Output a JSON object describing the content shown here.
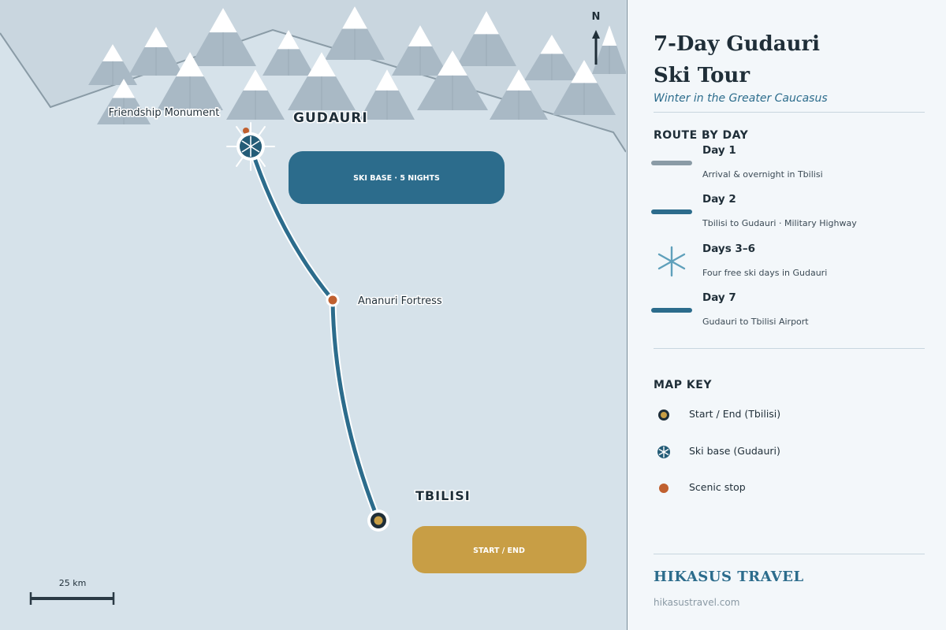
{
  "map": {
    "north_label": "N",
    "scale_label": "25 km",
    "places": {
      "gudauri": "GUDAURI",
      "tbilisi": "TBILISI",
      "ananuri": "Ananuri Fortress",
      "friendship": "Friendship Monument"
    },
    "callouts": {
      "ski_base": "SKI BASE · 5 NIGHTS",
      "start_end": "START / END"
    }
  },
  "panel": {
    "title_line1": "7-Day Gudauri",
    "title_line2": "Ski Tour",
    "subtitle": "Winter in the Greater Caucasus",
    "route_heading": "ROUTE BY DAY",
    "days": [
      {
        "title": "Day 1",
        "desc": "Arrival & overnight in Tbilisi",
        "symbol": "line-grey"
      },
      {
        "title": "Day 2",
        "desc": "Tbilisi to Gudauri · Military Highway",
        "symbol": "line-blue"
      },
      {
        "title": "Days 3–6",
        "desc": "Four free ski days in Gudauri",
        "symbol": "snowflake-icon"
      },
      {
        "title": "Day 7",
        "desc": "Gudauri to Tbilisi Airport",
        "symbol": "line-blue"
      }
    ],
    "key_heading": "MAP KEY",
    "key": [
      {
        "label": "Start / End (Tbilisi)",
        "symbol": "start-end-marker"
      },
      {
        "label": "Ski base (Gudauri)",
        "symbol": "ski-base-marker"
      },
      {
        "label": "Scenic stop",
        "symbol": "scenic-stop-dot"
      }
    ],
    "brand": "HIKASUS TRAVEL",
    "url": "hikasustravel.com"
  },
  "colors": {
    "map_bg": "#d6e2ea",
    "mountain_zone": "#c9d6df",
    "route_blue": "#2c6c8c",
    "route_grey": "#8a9ba6",
    "gold": "#c89e45",
    "scenic_orange": "#c0602f",
    "dark": "#1f2e38"
  }
}
